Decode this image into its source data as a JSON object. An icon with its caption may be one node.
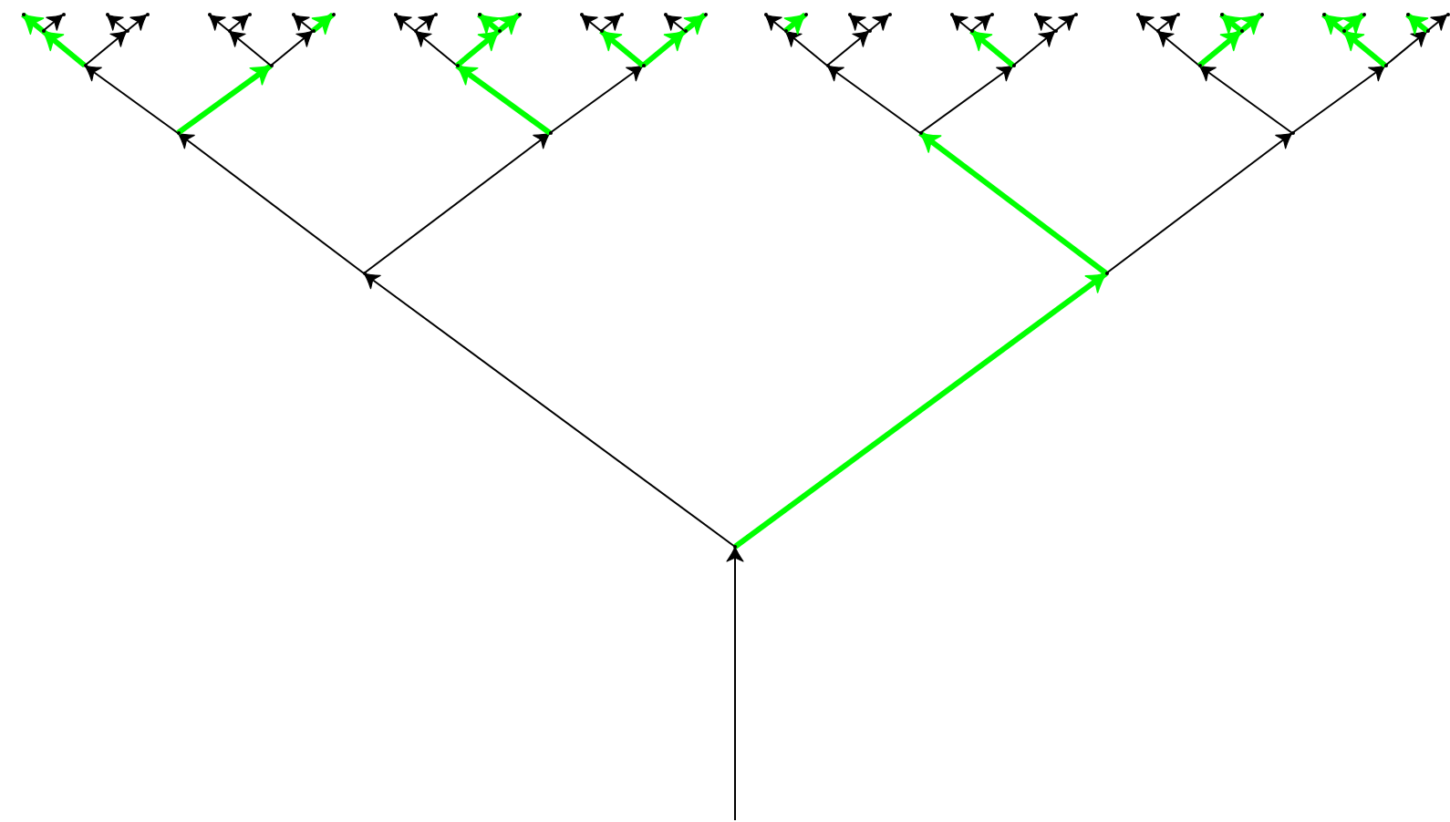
{
  "diagram": {
    "nodes": [
      {
        "text": [],
        "shape": "point"
      },
      {
        "text": [],
        "shape": "point"
      },
      {
        "text": [],
        "shape": "point"
      },
      {
        "text": [],
        "shape": "point"
      },
      {
        "text": [],
        "shape": "point"
      },
      {
        "text": [],
        "shape": "point"
      },
      {
        "text": [],
        "shape": "point"
      },
      {
        "text": [],
        "shape": "point"
      },
      {
        "text": [],
        "shape": "point"
      },
      {
        "text": [],
        "shape": "point"
      },
      {
        "text": [],
        "shape": "point"
      },
      {
        "text": [],
        "shape": "point"
      },
      {
        "text": [],
        "shape": "point"
      },
      {
        "text": [],
        "shape": "point"
      },
      {
        "text": [],
        "shape": "point"
      },
      {
        "text": [],
        "shape": "point"
      },
      {
        "text": [],
        "shape": "point"
      },
      {
        "text": [],
        "shape": "point"
      },
      {
        "text": [],
        "shape": "point"
      },
      {
        "text": [],
        "shape": "point"
      },
      {
        "text": [],
        "shape": "point"
      },
      {
        "text": [],
        "shape": "point"
      },
      {
        "text": [],
        "shape": "point"
      },
      {
        "text": [],
        "shape": "point"
      },
      {
        "text": [],
        "shape": "point"
      },
      {
        "text": [],
        "shape": "point"
      },
      {
        "text": [],
        "shape": "point"
      },
      {
        "text": [],
        "shape": "point"
      },
      {
        "text": [],
        "shape": "point"
      },
      {
        "text": [],
        "shape": "point"
      },
      {
        "text": [],
        "shape": "point"
      },
      {
        "text": [],
        "shape": "point"
      },
      {
        "text": [],
        "shape": "point"
      },
      {
        "text": [],
        "shape": "point"
      },
      {
        "text": [],
        "shape": "point"
      },
      {
        "text": [],
        "shape": "point"
      },
      {
        "text": [],
        "shape": "point"
      },
      {
        "text": [],
        "shape": "point"
      },
      {
        "text": [],
        "shape": "point"
      },
      {
        "text": [],
        "shape": "point"
      },
      {
        "text": [],
        "shape": "point"
      },
      {
        "text": [],
        "shape": "point"
      },
      {
        "text": [],
        "shape": "point"
      },
      {
        "text": [],
        "shape": "point"
      },
      {
        "text": [],
        "shape": "point"
      },
      {
        "text": [],
        "shape": "point"
      },
      {
        "text": [],
        "shape": "point"
      },
      {
        "text": [],
        "shape": "point"
      },
      {
        "text": [],
        "shape": "point"
      },
      {
        "text": [],
        "shape": "point"
      },
      {
        "text": [],
        "shape": "point"
      },
      {
        "text": [],
        "shape": "point"
      },
      {
        "text": [],
        "shape": "point"
      },
      {
        "text": [],
        "shape": "point"
      },
      {
        "text": [],
        "shape": "point"
      },
      {
        "text": [],
        "shape": "point"
      },
      {
        "text": [],
        "shape": "point"
      },
      {
        "text": [],
        "shape": "point"
      },
      {
        "text": [],
        "shape": "point"
      },
      {
        "text": [],
        "shape": "point"
      },
      {
        "text": [],
        "shape": "point"
      },
      {
        "text": [],
        "shape": "point"
      },
      {
        "text": [],
        "shape": "point"
      }
    ],
    "edges": [
      {
        "from": null,
        "to": 0,
        "arrow": "to"
      },
      {
        "from": 0,
        "to": 1,
        "arrow": "to"
      },
      {
        "from": 0,
        "to": 2,
        "arrow": "to",
        "style": "thick",
        "color": "#00ff00"
      },
      {
        "from": 1,
        "to": 3,
        "arrow": "to"
      },
      {
        "from": 1,
        "to": 4,
        "arrow": "to"
      },
      {
        "from": 2,
        "to": 5,
        "arrow": "to",
        "style": "thick",
        "color": "#00ff00"
      },
      {
        "from": 2,
        "to": 6,
        "arrow": "to"
      },
      {
        "from": 3,
        "to": 7,
        "arrow": "to"
      },
      {
        "from": 3,
        "to": 8,
        "arrow": "to",
        "style": "thick",
        "color": "#00ff00"
      },
      {
        "from": 4,
        "to": 9,
        "arrow": "to",
        "style": "thick",
        "color": "#00ff00"
      },
      {
        "from": 4,
        "to": 10,
        "arrow": "to"
      },
      {
        "from": 5,
        "to": 11,
        "arrow": "to"
      },
      {
        "from": 5,
        "to": 12,
        "arrow": "to"
      },
      {
        "from": 6,
        "to": 13,
        "arrow": "to"
      },
      {
        "from": 6,
        "to": 14,
        "arrow": "to"
      },
      {
        "from": 7,
        "to": 15,
        "arrow": "to",
        "style": "thick",
        "color": "#00ff00"
      },
      {
        "from": 7,
        "to": 16,
        "arrow": "to"
      },
      {
        "from": 8,
        "to": 17,
        "arrow": "to"
      },
      {
        "from": 8,
        "to": 18,
        "arrow": "to"
      },
      {
        "from": 9,
        "to": 19,
        "arrow": "to"
      },
      {
        "from": 9,
        "to": 20,
        "arrow": "to",
        "style": "thick",
        "color": "#00ff00"
      },
      {
        "from": 10,
        "to": 21,
        "arrow": "to",
        "style": "thick",
        "color": "#00ff00"
      },
      {
        "from": 10,
        "to": 22,
        "arrow": "to",
        "style": "thick",
        "color": "#00ff00"
      },
      {
        "from": 11,
        "to": 23,
        "arrow": "to"
      },
      {
        "from": 11,
        "to": 24,
        "arrow": "to"
      },
      {
        "from": 12,
        "to": 25,
        "arrow": "to",
        "style": "thick",
        "color": "#00ff00"
      },
      {
        "from": 12,
        "to": 26,
        "arrow": "to"
      },
      {
        "from": 13,
        "to": 27,
        "arrow": "to"
      },
      {
        "from": 13,
        "to": 28,
        "arrow": "to",
        "style": "thick",
        "color": "#00ff00"
      },
      {
        "from": 14,
        "to": 29,
        "arrow": "to",
        "style": "thick",
        "color": "#00ff00"
      },
      {
        "from": 14,
        "to": 30,
        "arrow": "to"
      },
      {
        "from": 15,
        "to": 31,
        "arrow": "to",
        "style": "thick",
        "color": "#00ff00"
      },
      {
        "from": 15,
        "to": 32,
        "arrow": "to"
      },
      {
        "from": 16,
        "to": 33,
        "arrow": "to"
      },
      {
        "from": 16,
        "to": 34,
        "arrow": "to"
      },
      {
        "from": 17,
        "to": 35,
        "arrow": "to"
      },
      {
        "from": 17,
        "to": 36,
        "arrow": "to"
      },
      {
        "from": 18,
        "to": 37,
        "arrow": "to"
      },
      {
        "from": 18,
        "to": 38,
        "arrow": "to",
        "style": "thick",
        "color": "#00ff00"
      },
      {
        "from": 19,
        "to": 39,
        "arrow": "to"
      },
      {
        "from": 19,
        "to": 40,
        "arrow": "to"
      },
      {
        "from": 20,
        "to": 41,
        "arrow": "to",
        "style": "thick",
        "color": "#00ff00"
      },
      {
        "from": 20,
        "to": 42,
        "arrow": "to",
        "style": "thick",
        "color": "#00ff00"
      },
      {
        "from": 21,
        "to": 43,
        "arrow": "to"
      },
      {
        "from": 21,
        "to": 44,
        "arrow": "to"
      },
      {
        "from": 22,
        "to": 45,
        "arrow": "to"
      },
      {
        "from": 22,
        "to": 46,
        "arrow": "to",
        "style": "thick",
        "color": "#00ff00"
      },
      {
        "from": 23,
        "to": 47,
        "arrow": "to"
      },
      {
        "from": 23,
        "to": 48,
        "arrow": "to",
        "style": "thick",
        "color": "#00ff00"
      },
      {
        "from": 24,
        "to": 49,
        "arrow": "to"
      },
      {
        "from": 24,
        "to": 50,
        "arrow": "to"
      },
      {
        "from": 25,
        "to": 51,
        "arrow": "to"
      },
      {
        "from": 25,
        "to": 52,
        "arrow": "to"
      },
      {
        "from": 26,
        "to": 53,
        "arrow": "to"
      },
      {
        "from": 26,
        "to": 54,
        "arrow": "to"
      },
      {
        "from": 27,
        "to": 55,
        "arrow": "to"
      },
      {
        "from": 27,
        "to": 56,
        "arrow": "to"
      },
      {
        "from": 28,
        "to": 57,
        "arrow": "to",
        "style": "thick",
        "color": "#00ff00"
      },
      {
        "from": 28,
        "to": 58,
        "arrow": "to",
        "style": "thick",
        "color": "#00ff00"
      },
      {
        "from": 29,
        "to": 59,
        "arrow": "to",
        "style": "thick",
        "color": "#00ff00"
      },
      {
        "from": 29,
        "to": 60,
        "arrow": "to",
        "style": "thick",
        "color": "#00ff00"
      },
      {
        "from": 30,
        "to": 61,
        "arrow": "to",
        "style": "thick",
        "color": "#00ff00"
      },
      {
        "from": 30,
        "to": 62,
        "arrow": "to"
      }
    ]
  }
}
